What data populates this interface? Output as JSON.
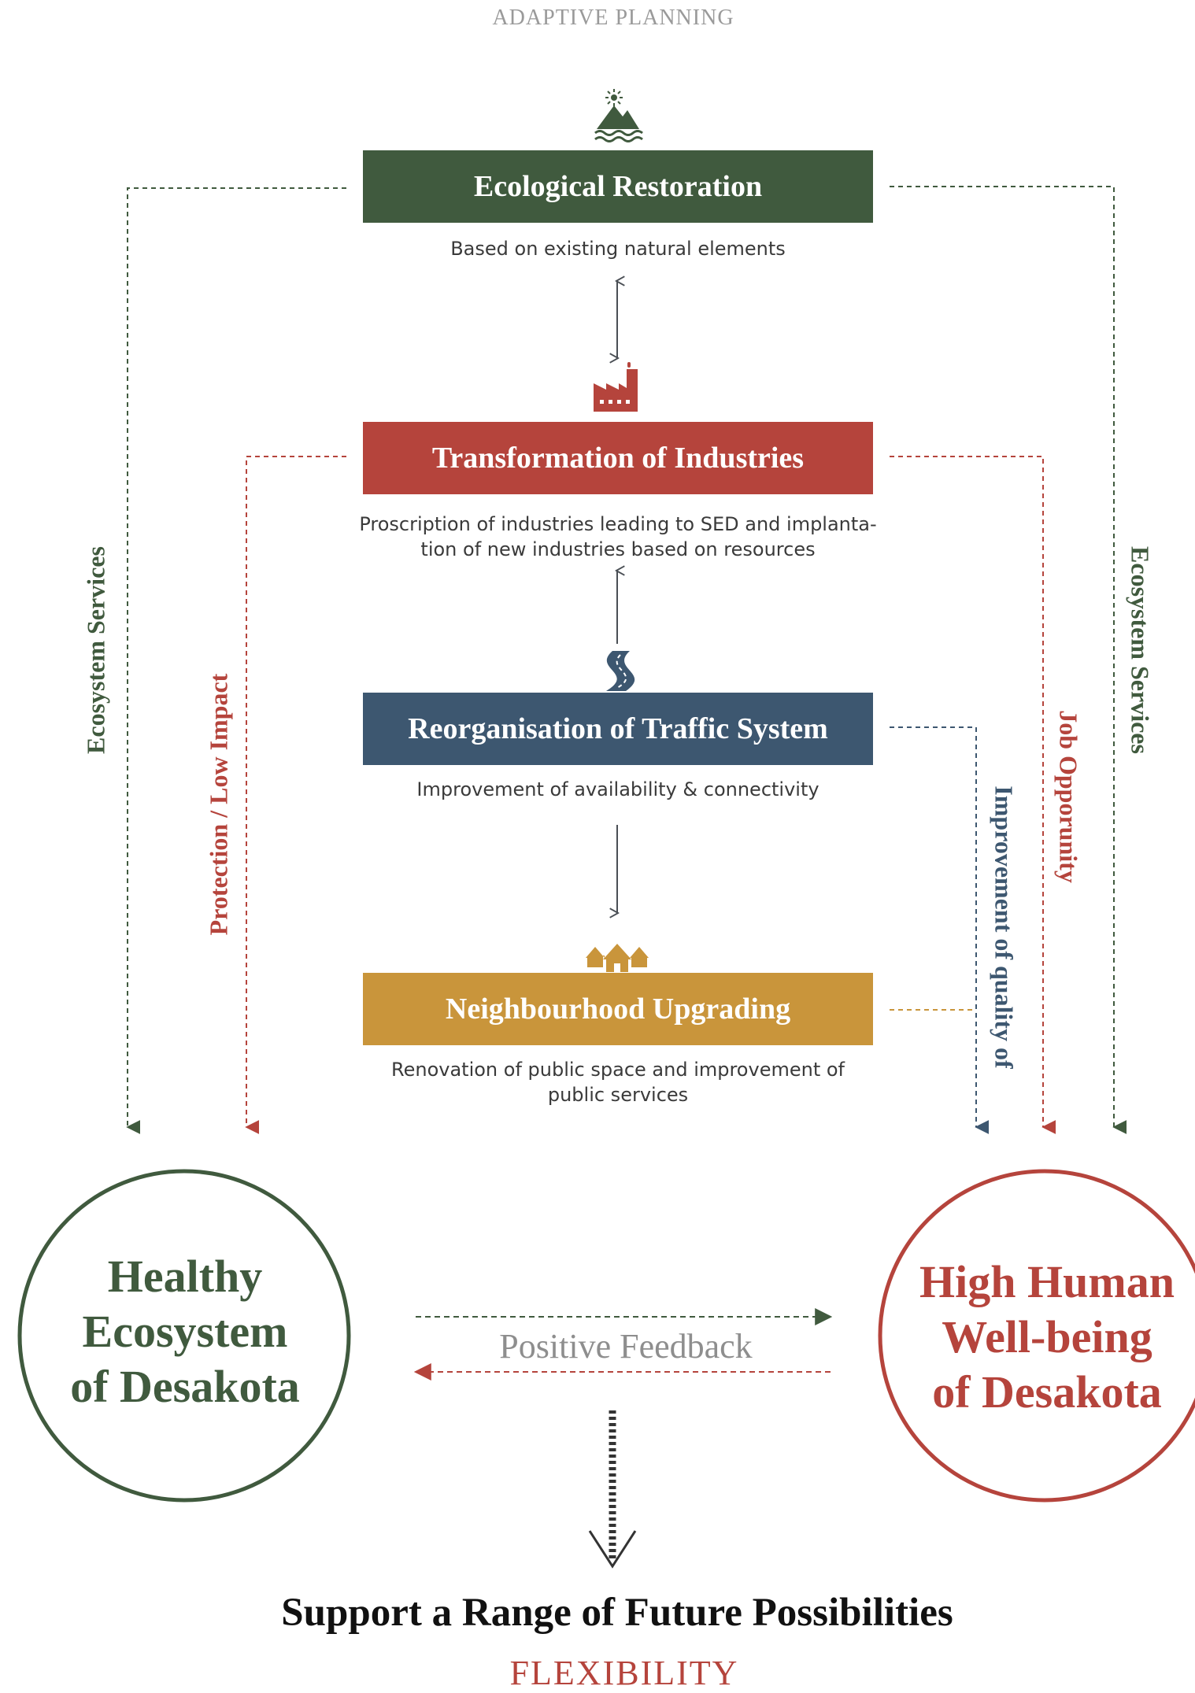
{
  "header": {
    "title": "ADAPTIVE PLANNING"
  },
  "colors": {
    "green": "#405a3e",
    "red": "#b5443c",
    "blue": "#3d5770",
    "gold": "#c9953b",
    "gray": "#8e8e8e"
  },
  "boxes": [
    {
      "title": "Ecological Restoration",
      "subtitle": "Based on existing natural elements",
      "color": "#405a3e",
      "icon": "mountain-sun-water-icon"
    },
    {
      "title": "Transformation of Industries",
      "subtitle": "Proscription of industries leading to SED and implanta-\ntion of new industries based on  resources",
      "color": "#b5443c",
      "icon": "factory-icon"
    },
    {
      "title": "Reorganisation of Traffic System",
      "subtitle": "Improvement of availability & connectivity",
      "color": "#3d5770",
      "icon": "road-icon"
    },
    {
      "title": "Neighbourhood Upgrading",
      "subtitle": "Renovation of public space and improvement of\npublic services",
      "color": "#c9953b",
      "icon": "houses-icon"
    }
  ],
  "side_labels": {
    "ecosystem_left": "Ecosystem Services",
    "protection": "Protection / Low Impact",
    "improvement": "Improvement of quality of",
    "job": "Job Opporunity",
    "ecosystem_right": "Ecosystem Services"
  },
  "outcomes": {
    "left": {
      "line1": "Healthy",
      "line2": "Ecosystem",
      "line3": "of Desakota",
      "color": "#405a3e"
    },
    "right": {
      "line1": "High Human",
      "line2": "Well-being",
      "line3": "of Desakota",
      "color": "#b5443c"
    }
  },
  "feedback_label": "Positive Feedback",
  "conclusion": {
    "title": "Support a Range of Future Possibilities",
    "subtitle": "FLEXIBILITY"
  }
}
